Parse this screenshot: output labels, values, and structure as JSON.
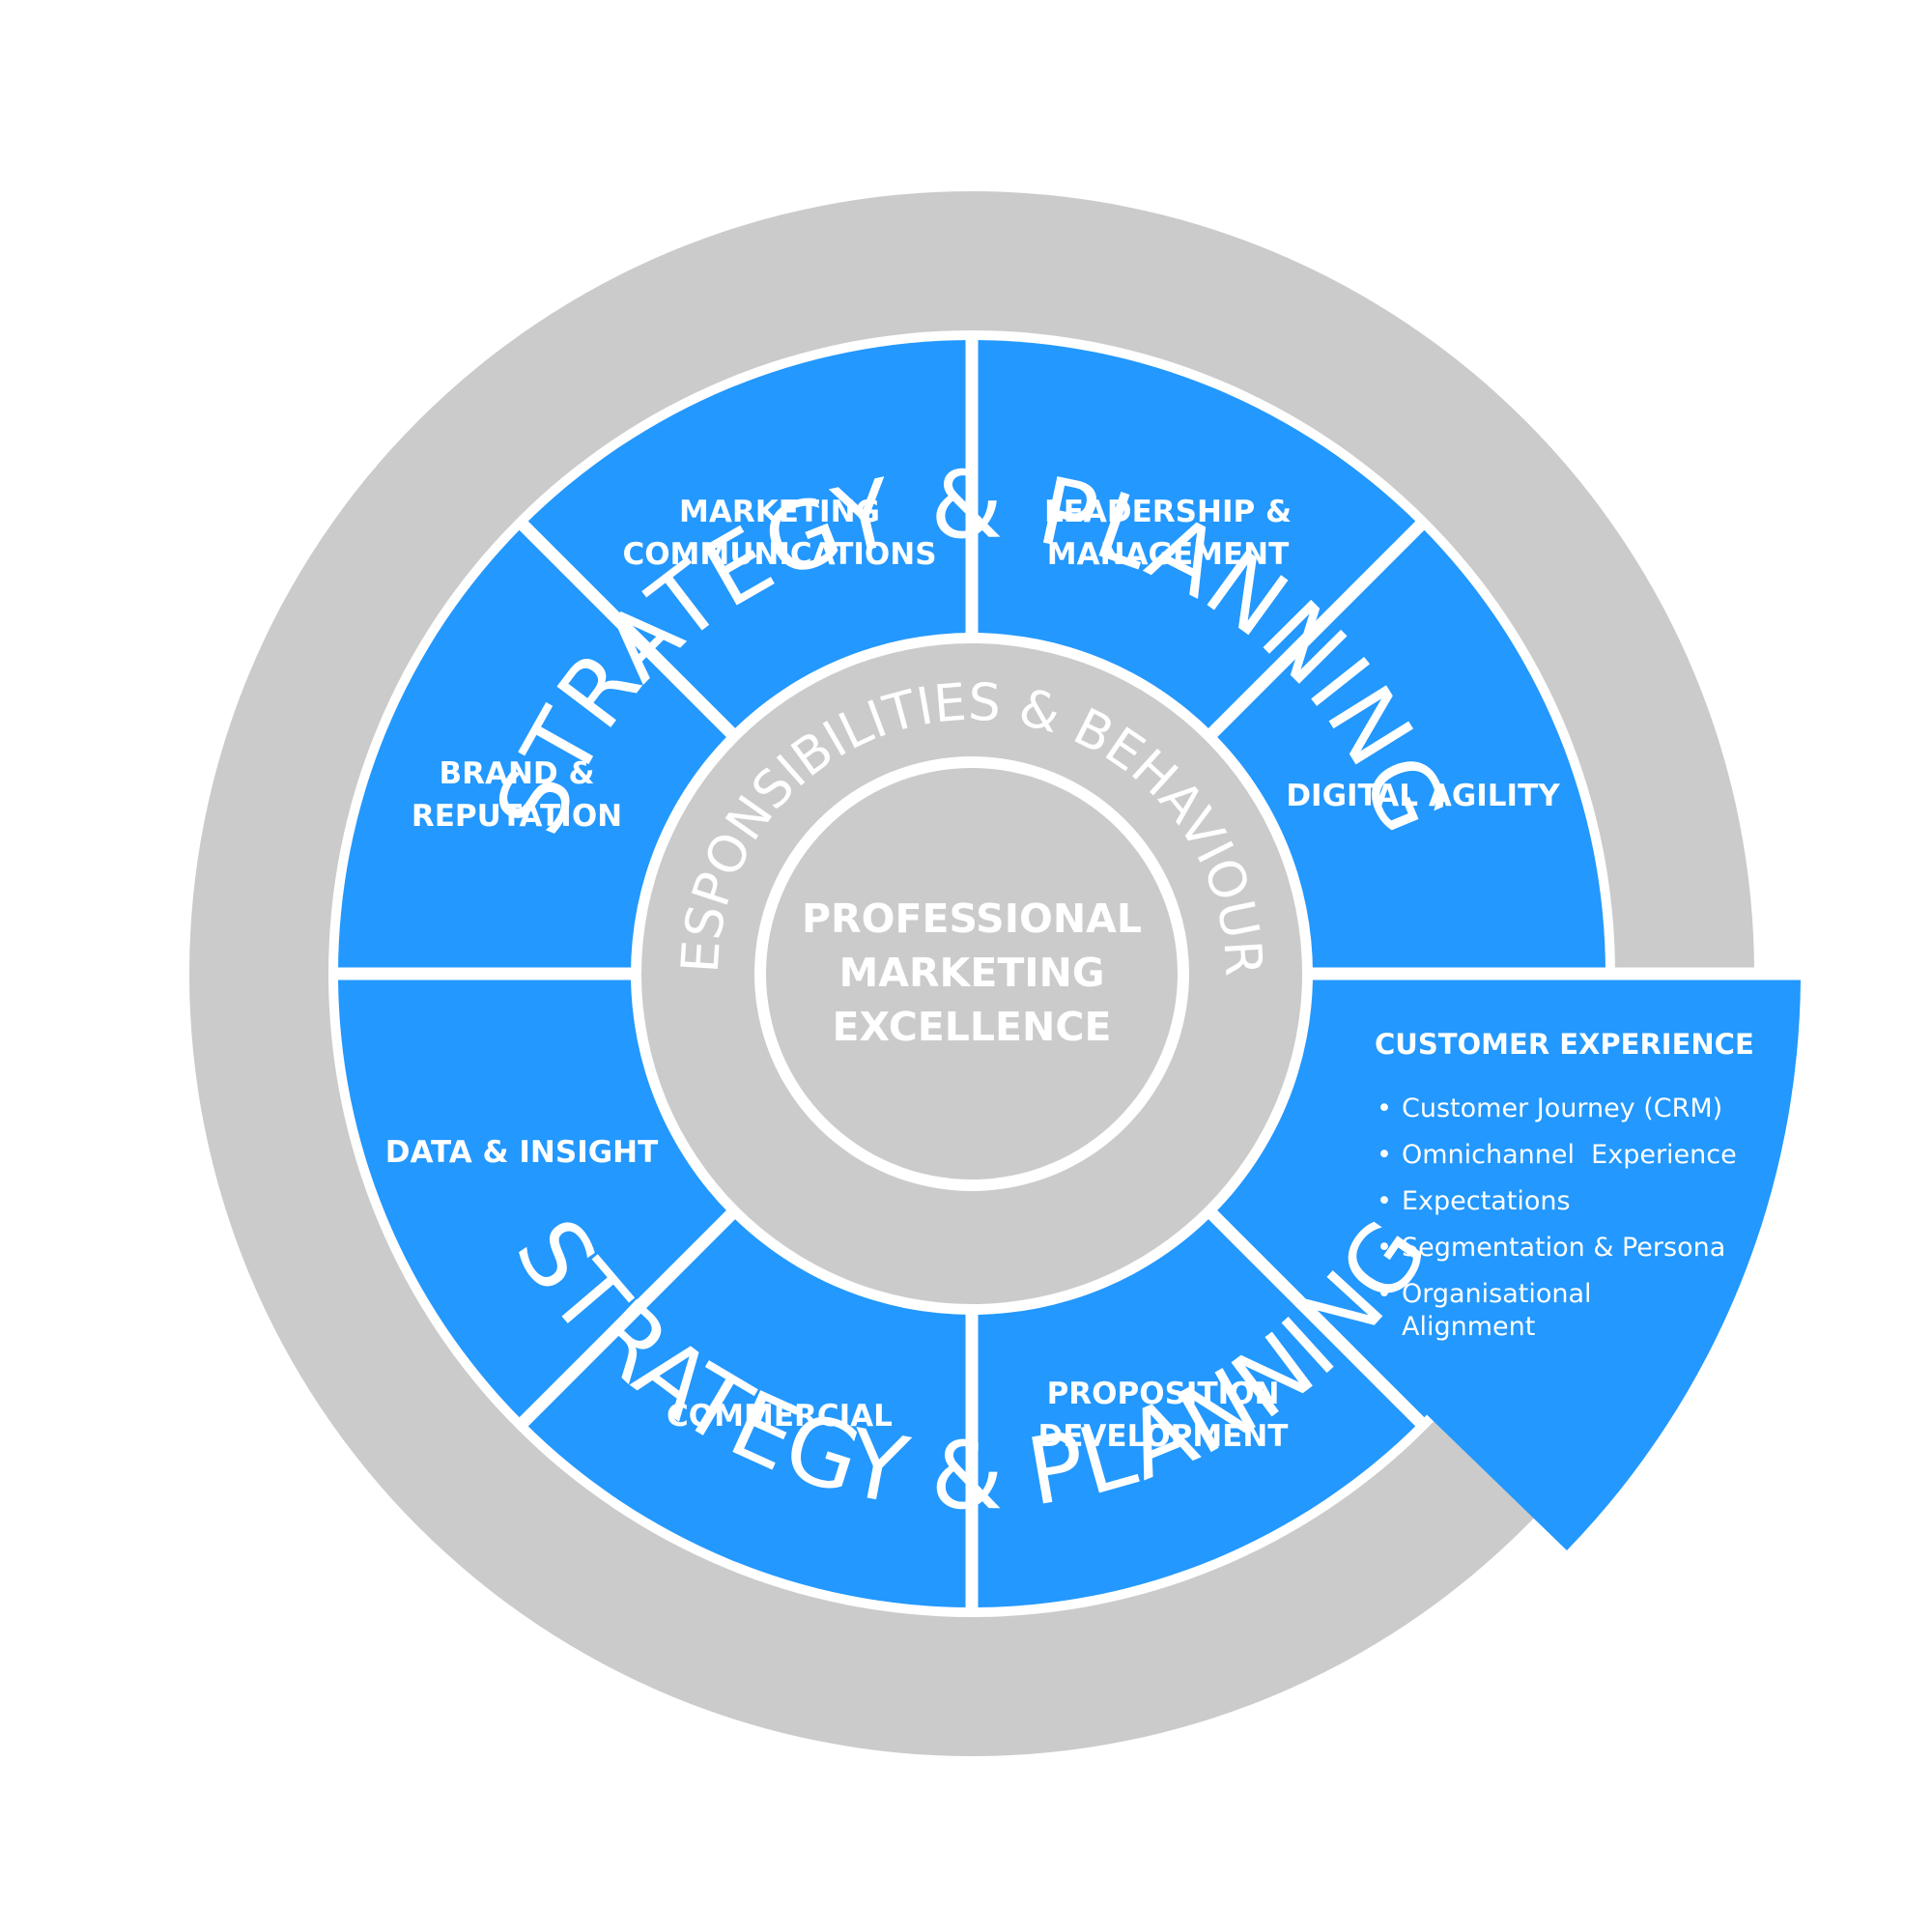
{
  "colors": {
    "ring": "#cbcbcb",
    "segment": "#2398fe",
    "divider": "#ffffff",
    "text": "#ffffff"
  },
  "outer_ring": {
    "top_label": "STRATEGY & PLANNING",
    "bottom_label": "STRATEGY & PLANNING"
  },
  "inner_ring": {
    "label": "RESPONSIBILITIES & BEHAVIOURS"
  },
  "center": {
    "lines": [
      "PROFESSIONAL",
      "MARKETING",
      "EXCELLENCE"
    ]
  },
  "segments": {
    "marketing_communications": [
      "MARKETING",
      "COMMUNICATIONS"
    ],
    "leadership_management": [
      "LEADERSHIP &",
      "MANAGEMENT"
    ],
    "digital_agility": [
      "DIGITAL AGILITY"
    ],
    "brand_reputation": [
      "BRAND &",
      "REPUTATION"
    ],
    "data_insight": [
      "DATA & INSIGHT"
    ],
    "commercial": [
      "COMMERCIAL"
    ],
    "proposition_development": [
      "PROPOSITION",
      "DEVELOPMENT"
    ]
  },
  "customer_experience": {
    "title": "CUSTOMER EXPERIENCE",
    "items": [
      "Customer Journey (CRM)",
      "Omnichannel  Experience",
      "Expectations",
      "Segmentation & Persona",
      "Organisational",
      "Alignment"
    ]
  }
}
